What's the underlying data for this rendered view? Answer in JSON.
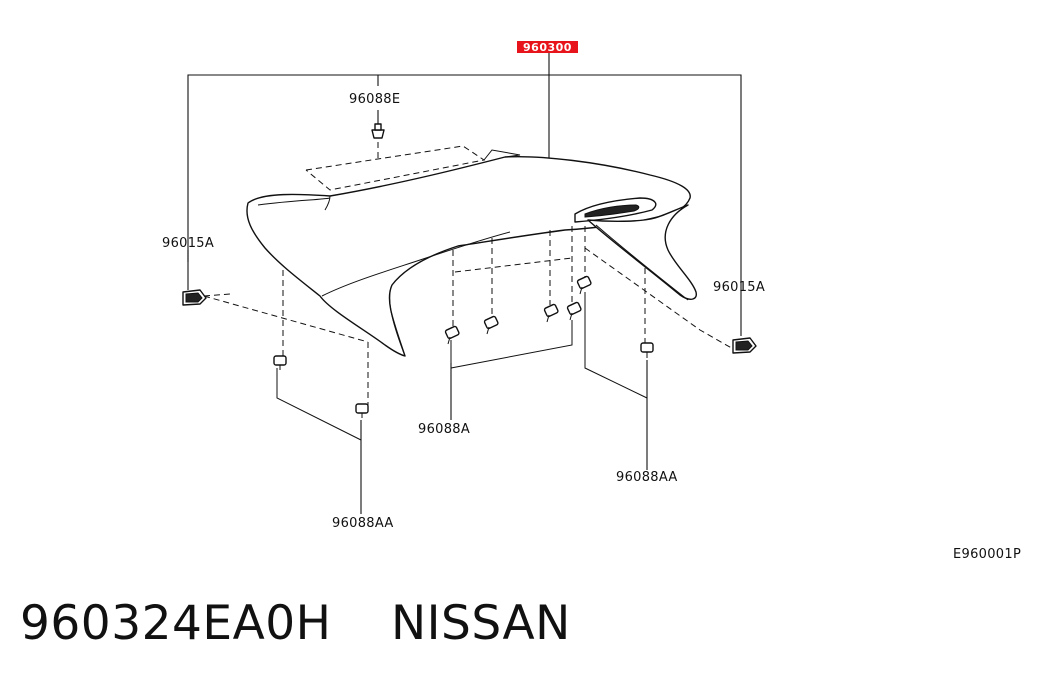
{
  "highlight_color": "#e8141c",
  "labels": {
    "main_part": "960300",
    "clip_top": "96088E",
    "clip_left": "96015A",
    "clip_right": "96015A",
    "screw_center": "96088A",
    "screw_right": "96088AA",
    "screw_left": "96088AA",
    "drawing_code": "E960001P"
  },
  "caption": {
    "part_number": "960324EA0H",
    "brand": "NISSAN"
  }
}
